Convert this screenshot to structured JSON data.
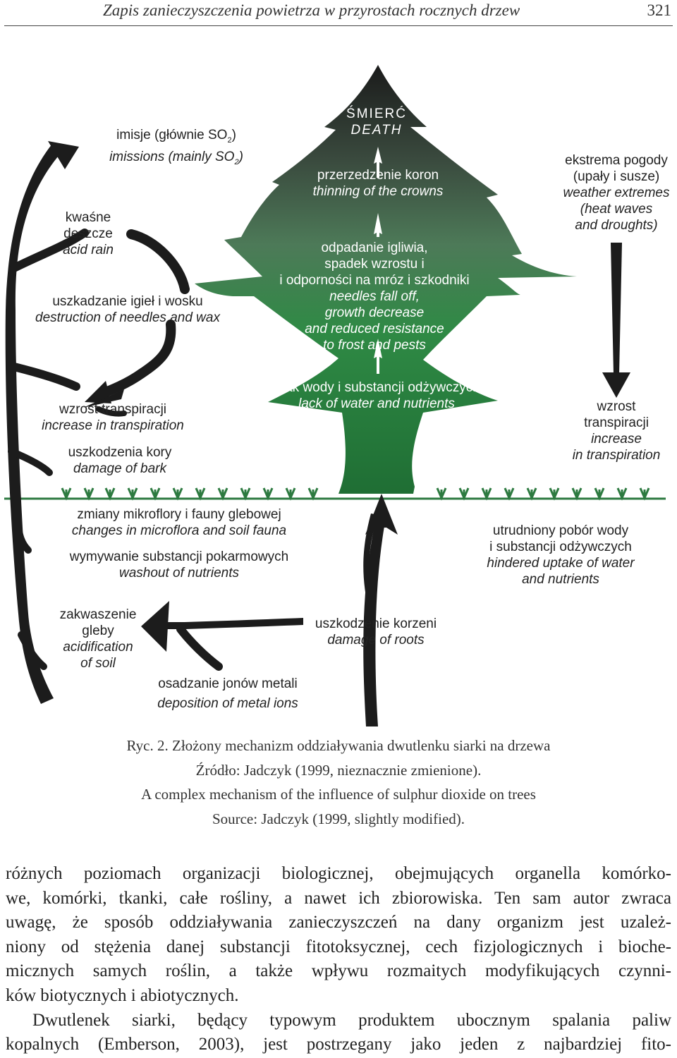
{
  "header": {
    "title": "Zapis zanieczyszczenia powietrza w przyrostach rocznych drzew",
    "page_number": "321"
  },
  "figure": {
    "death": {
      "pl": "ŚMIERĆ",
      "en": "DEATH"
    },
    "crown": {
      "pl": "przerzedzenie koron",
      "en": "thinning of the crowns"
    },
    "needles": {
      "pl": [
        "odpadanie igliwia,",
        "spadek wzrostu i",
        "i odporności na mróz i szkodniki"
      ],
      "en": [
        "needles fall off,",
        "growth decrease",
        "and reduced resistance",
        "to frost and pests"
      ]
    },
    "water": {
      "pl": "brak wody i substancji odżywczych",
      "en": "lack of water and nutrients"
    },
    "emissions": {
      "pl": "imisje (głównie SO",
      "pl_sub": "2",
      "pl_end": ")",
      "en": "imissions (mainly SO",
      "en_sub": "2",
      "en_end": ")"
    },
    "acid_rain": {
      "pl": [
        "kwaśne",
        "deszcze"
      ],
      "en": "acid rain"
    },
    "wax": {
      "pl": "uszkadzanie igieł i wosku",
      "en": "destruction of needles and wax"
    },
    "transp_left": {
      "pl": "wzrost transpiracji",
      "en": "increase in transpiration"
    },
    "bark": {
      "pl": "uszkodzenia kory",
      "en": "damage of bark"
    },
    "weather": {
      "pl": [
        "ekstrema pogody",
        "(upały i susze)"
      ],
      "en": [
        "weather extremes",
        "(heat waves",
        "and droughts)"
      ]
    },
    "transp_right": {
      "pl": [
        "wzrost",
        "transpiracji"
      ],
      "en": [
        "increase",
        "in transpiration"
      ]
    },
    "microflora": {
      "pl": "zmiany mikroflory i fauny glebowej",
      "en": "changes in microflora and soil fauna"
    },
    "washout": {
      "pl": "wymywanie substancji pokarmowych",
      "en": "washout of nutrients"
    },
    "uptake": {
      "pl": [
        "utrudniony pobór wody",
        "i substancji odżywczych"
      ],
      "en": [
        "hindered uptake of water",
        "and nutrients"
      ]
    },
    "acidification": {
      "pl": [
        "zakwaszenie",
        "gleby"
      ],
      "en": [
        "acidification",
        "of soil"
      ]
    },
    "roots": {
      "pl": "uszkodzenie korzeni",
      "en": "damage of roots"
    },
    "metal": {
      "pl": "osadzanie jonów metali",
      "en": "deposition of metal ions"
    }
  },
  "caption": [
    "Ryc. 2. Złożony mechanizm oddziaływania dwutlenku siarki na drzewa",
    "Źródło: Jadczyk (1999, nieznacznie zmienione).",
    "A complex mechanism of the influence of sulphur dioxide on trees",
    "Source: Jadczyk (1999, slightly modified)."
  ],
  "body": {
    "p1": [
      "różnych poziomach organizacji biologicznej, obejmujących organella komórko-",
      "we, komórki, tkanki, całe rośliny, a nawet ich zbiorowiska. Ten sam autor zwraca",
      "uwagę, że sposób oddziaływania zanieczyszczeń na dany organizm jest uzależ-",
      "niony od stężenia danej substancji fitotoksycznej, cech fizjologicznych i bioche-",
      "micznych samych roślin, a także wpływu rozmaitych modyfikujących czynni-",
      "ków biotycznych i abiotycznych."
    ],
    "p2": [
      "Dwutlenek siarki, będący typowym produktem ubocznym spalania paliw",
      "kopalnych (Emberson, 2003), jest postrzegany jako jeden z najbardziej fito-"
    ]
  }
}
